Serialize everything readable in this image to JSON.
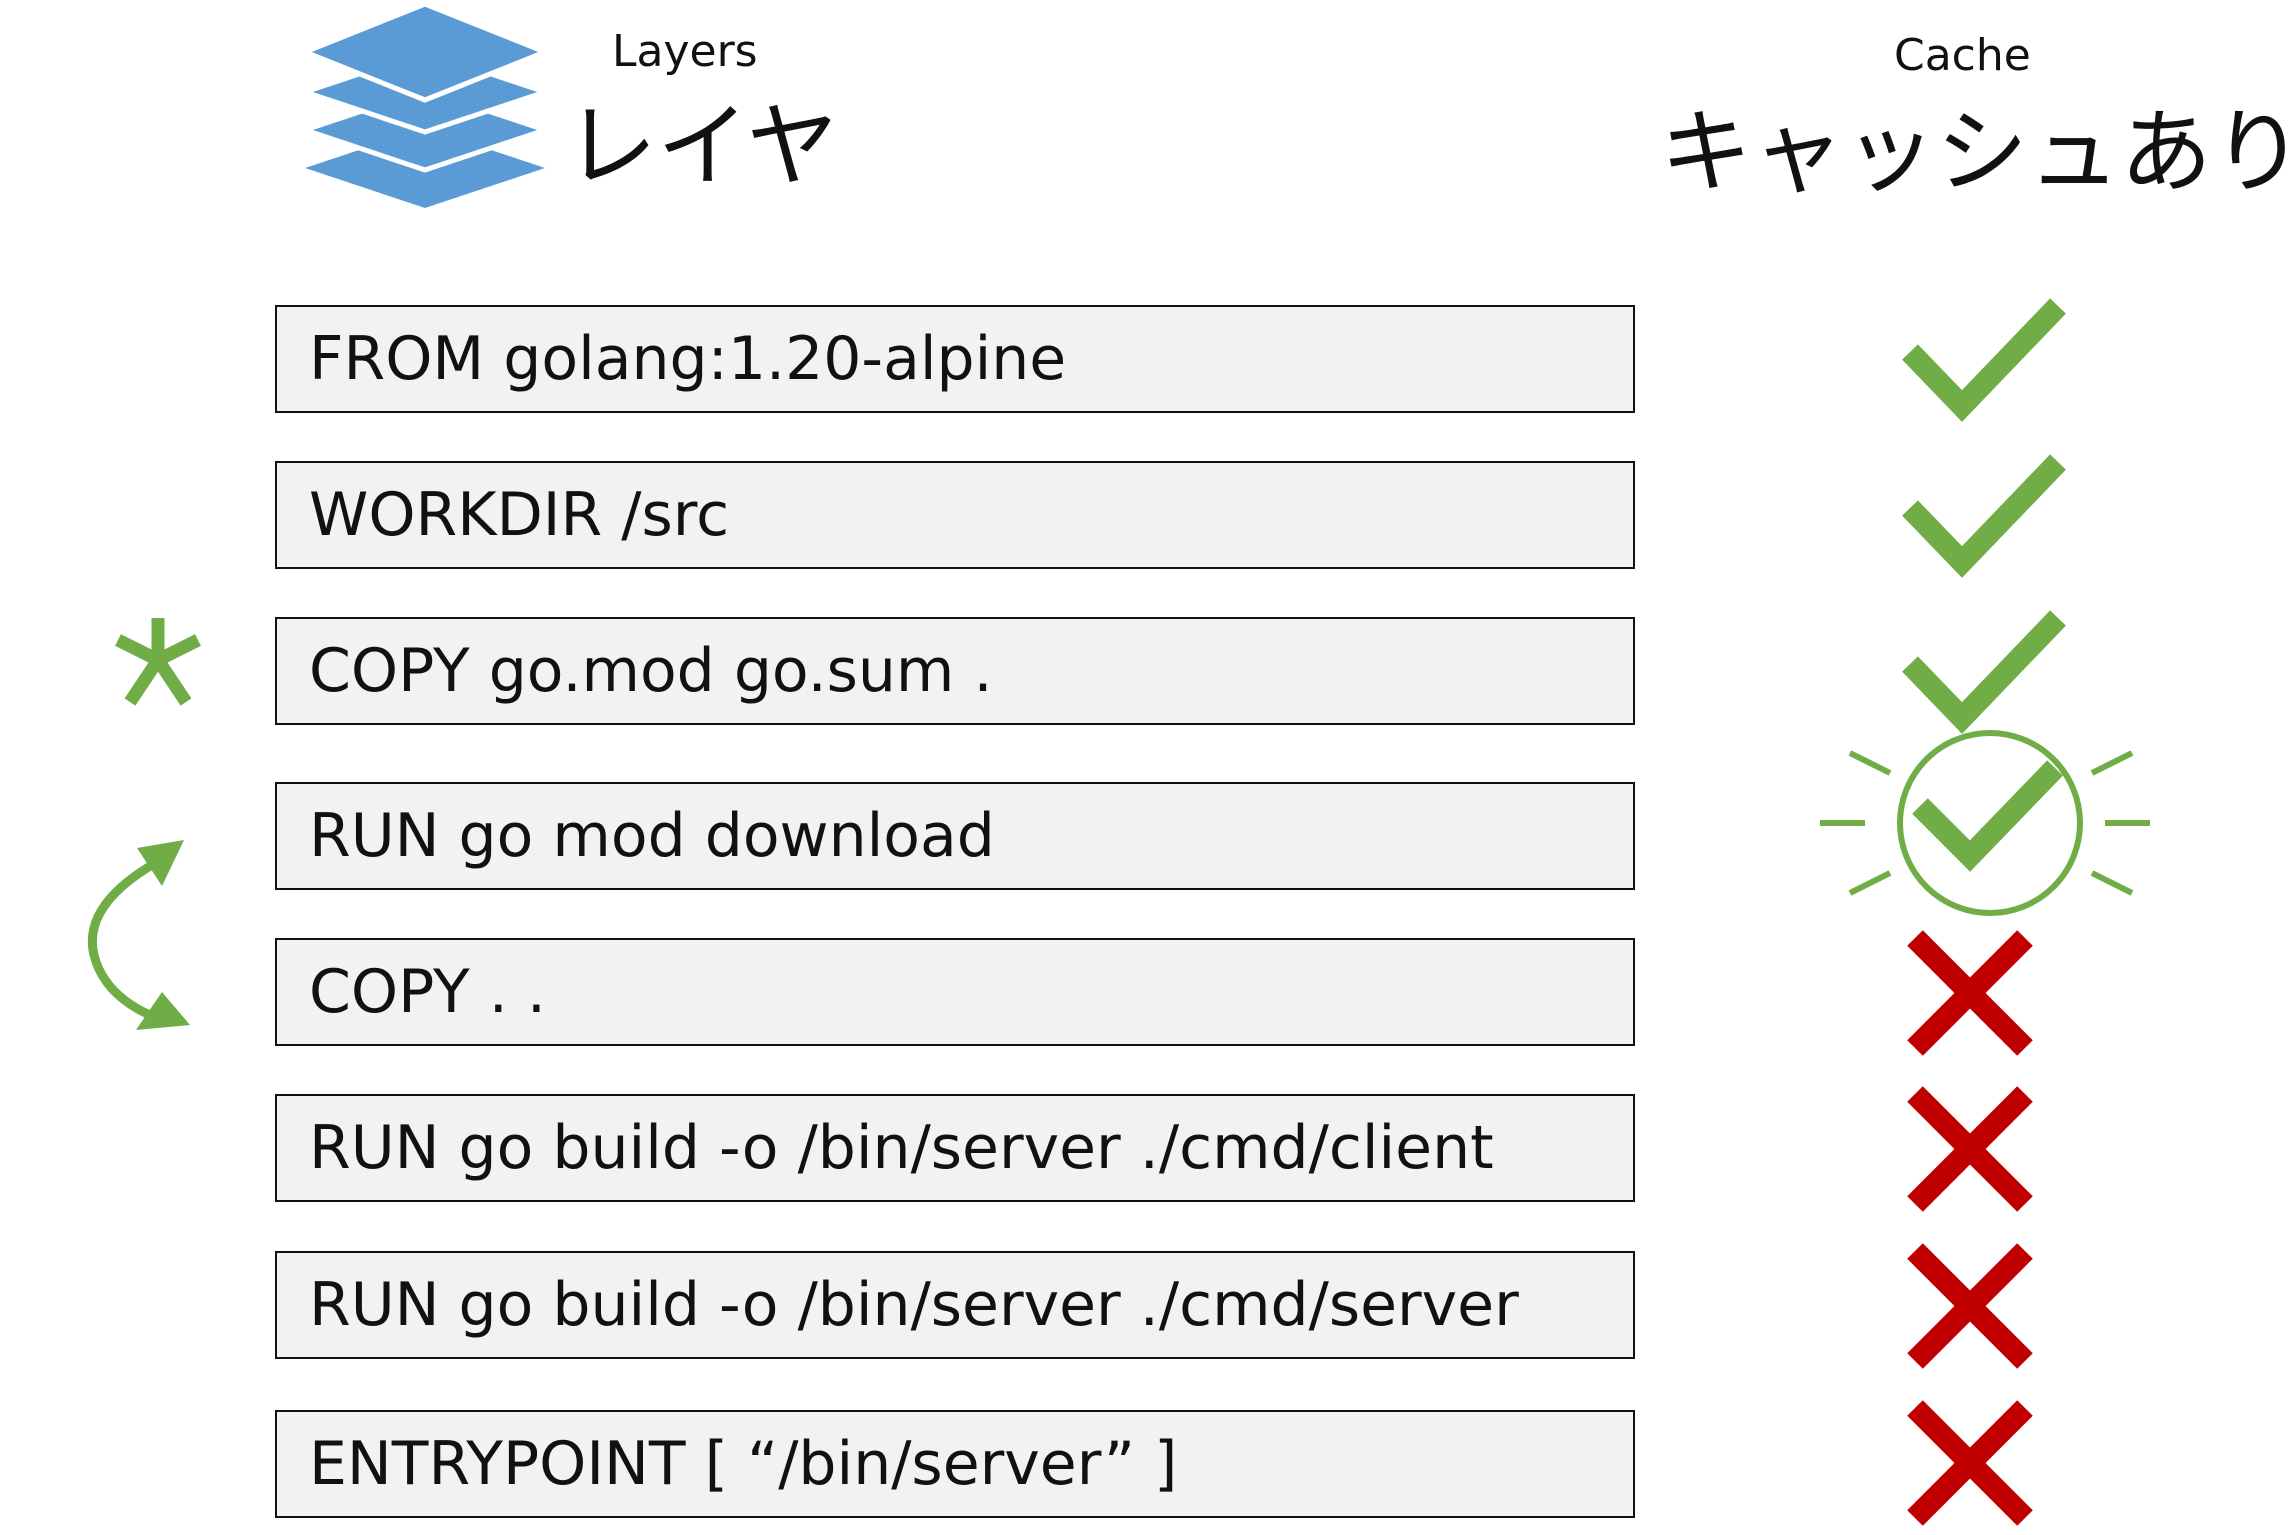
{
  "header": {
    "layers_en": "Layers",
    "layers_ja": "レイヤ",
    "cache_en": "Cache",
    "cache_ja": "キャッシュあり？",
    "icon": "layers-stack-icon"
  },
  "colors": {
    "layer_blue": "#5b9bd5",
    "check_green": "#70ad47",
    "cross_red": "#c00000",
    "row_fill": "#f2f2f2",
    "row_border": "#111111"
  },
  "rows": [
    {
      "text": "FROM golang:1.20-alpine",
      "cache": "hit"
    },
    {
      "text": "WORKDIR /src",
      "cache": "hit"
    },
    {
      "text": "COPY go.mod go.sum .",
      "cache": "hit",
      "marker": "asterisk-icon"
    },
    {
      "text": "RUN go mod download",
      "cache": "hit-highlight"
    },
    {
      "text": "COPY . .",
      "cache": "miss"
    },
    {
      "text": "RUN go build -o /bin/server ./cmd/client",
      "cache": "miss"
    },
    {
      "text": "RUN go build -o /bin/server ./cmd/server",
      "cache": "miss"
    },
    {
      "text": "ENTRYPOINT [ “/bin/server” ]",
      "cache": "miss"
    }
  ],
  "annotations": {
    "asterisk_icon": "asterisk-icon",
    "swap_icon": "curved-swap-arrows-icon"
  }
}
